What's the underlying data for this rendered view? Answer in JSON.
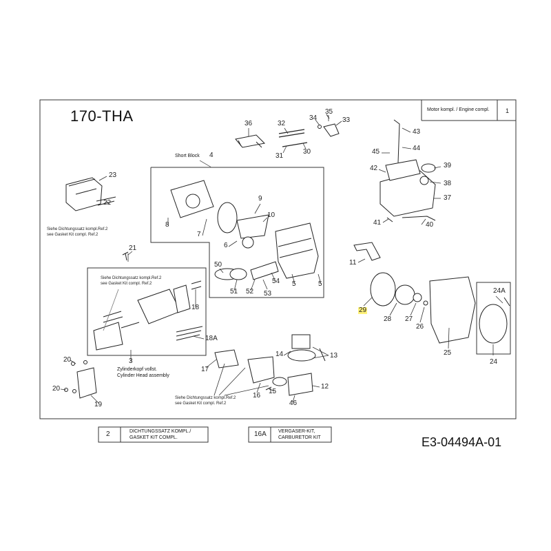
{
  "header": {
    "model": "170-THA",
    "engine_label": "Motor kompl. / Engine compl.",
    "engine_ref": "1"
  },
  "groups": {
    "short_block": "Short Block",
    "short_block_ref": "4",
    "cylinder_head_ref": "3",
    "cylinder_head_de": "Zylinderkopf vollst.",
    "cylinder_head_en": "Cylinder Head assembly"
  },
  "notes": {
    "gasket_a_de": "Siehe Dichtungssatz kompl.Ref.2",
    "gasket_a_en": "see Gasket Kit compl. Ref.2",
    "gasket_b_de": "Siehe Dichtungssatz kompl.Ref.2",
    "gasket_b_en": "see Gasket Kit compl. Ref.2",
    "gasket_c_de": "Siehe Dichtungssatz kompl.Ref.2",
    "gasket_c_en": "see Gasket Kit compl. Ref.2"
  },
  "parts": {
    "p5a": "5",
    "p5b": "5",
    "p6": "6",
    "p7": "7",
    "p8": "8",
    "p9": "9",
    "p10": "10",
    "p11": "11",
    "p12": "12",
    "p13": "13",
    "p14": "14",
    "p15": "15",
    "p16": "16",
    "p17": "17",
    "p18": "18",
    "p18a": "18A",
    "p19": "19",
    "p20a": "20",
    "p20b": "20",
    "p21": "21",
    "p22": "22",
    "p23": "23",
    "p24": "24",
    "p24a": "24A",
    "p25": "25",
    "p26": "26",
    "p27": "27",
    "p28": "28",
    "p29": "29",
    "p30": "30",
    "p31": "31",
    "p32": "32",
    "p33": "33",
    "p34": "34",
    "p35": "35",
    "p36": "36",
    "p37": "37",
    "p38": "38",
    "p39": "39",
    "p40": "40",
    "p41": "41",
    "p42": "42",
    "p43": "43",
    "p44": "44",
    "p45": "45",
    "p46": "46",
    "p50": "50",
    "p51": "51",
    "p52": "52",
    "p53": "53",
    "p54": "54"
  },
  "legend": {
    "kit1_ref": "2",
    "kit1_de": "DICHTUNGSSATZ KOMPL./",
    "kit1_en": "GASKET KIT COMPL.",
    "kit2_ref": "16A",
    "kit2_de": "VERGASER-KIT,",
    "kit2_en": "CARBURETOR KIT"
  },
  "document_id": "E3-04494A-01",
  "highlight_color": "#fff27a"
}
